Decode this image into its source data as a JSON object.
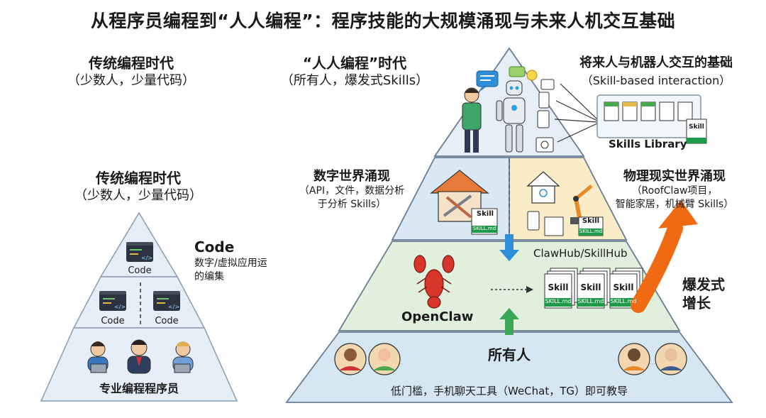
{
  "title": "从程序员编程到“人人编程”：程序技能的大规模涌现与未来人机交互基础",
  "left": {
    "top_header": {
      "title": "传统编程时代",
      "subtitle": "（少数人，少量代码）"
    },
    "header": {
      "title": "传统编程时代",
      "subtitle": "（少数人，少量代码）"
    },
    "code_label": "Code",
    "code_desc": "数字/虚拟应用运的编集",
    "tier_code_labels": [
      "Code",
      "Code",
      "Code"
    ],
    "base_label": "专业编程程序员"
  },
  "right": {
    "header": {
      "title": "“人人编程”时代",
      "subtitle": "（所有人，爆发式Skills）"
    },
    "future": {
      "title": "将来人与机器人交互的基础",
      "subtitle": "（Skill-based interaction）"
    },
    "skills_library": "Skills Library",
    "digital": {
      "title": "数字世界涌现",
      "subtitle_line1": "（API，文件，数据分析",
      "subtitle_line2": "于分析 Skills）"
    },
    "physical": {
      "title": "物理现实世界涌现",
      "subtitle_line1": "（RoofClaw项目，",
      "subtitle_line2": "智能家居，机械臂 Skills）"
    },
    "hub": "ClawHub/SkillHub",
    "openclaw": "OpenClaw",
    "growth": {
      "line1": "爆发式",
      "line2": "增长"
    },
    "everyone": "所有人",
    "base_text": "低门槛，手机聊天工具（WeChat，TG）即可教导",
    "skill_word": "Skill",
    "skill_file": "SKILL.md"
  },
  "colors": {
    "tier_top": "#e6eef7",
    "tier_mid_left": "#d9e8f5",
    "tier_mid_right": "#fbecc8",
    "tier_lower": "#e0f0dc",
    "tier_base": "#d6e7f4",
    "growth_arrow": "#f06a12",
    "lobster": "#d8362a"
  }
}
